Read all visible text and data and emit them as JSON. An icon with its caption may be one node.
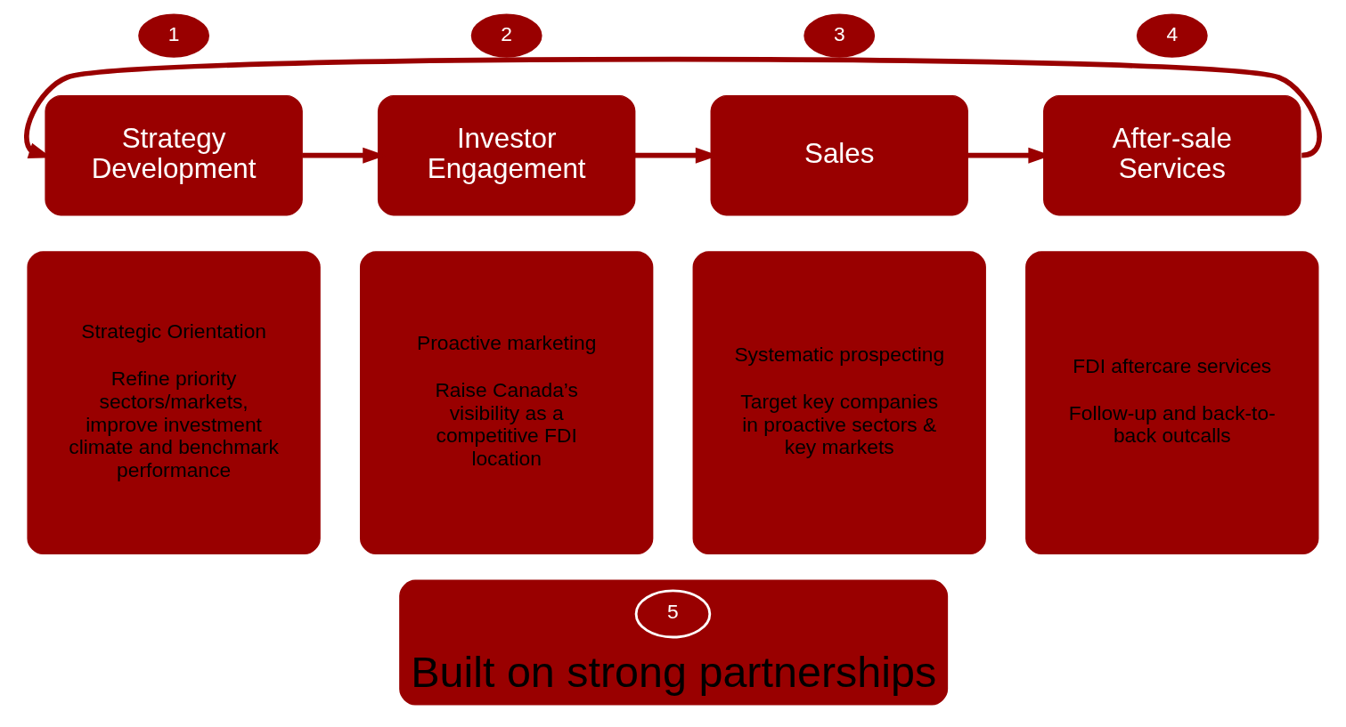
{
  "diagram": {
    "nodes": [
      {
        "text": [
          "1"
        ]
      },
      {
        "text": [
          "Strategy Development"
        ]
      },
      {
        "text": [
          "2"
        ]
      },
      {
        "text": [
          "Investor Engagement"
        ]
      },
      {
        "text": [
          "3"
        ]
      },
      {
        "text": [
          "Sales"
        ]
      },
      {
        "text": [
          "4"
        ]
      },
      {
        "text": [
          "After-sale Services"
        ]
      },
      {
        "text": [
          "Strategic Orientation",
          "Refine priority sectors/markets, improve investment climate and benchmark performance"
        ]
      },
      {
        "text": [
          "Proactive marketing",
          "Raise Canada’s visibility as a competitive FDI location"
        ]
      },
      {
        "text": [
          "Systematic prospecting",
          "Target key companies in proactive sectors & key markets"
        ]
      },
      {
        "text": [
          "FDI aftercare services",
          "Follow-up and back-to-back outcalls"
        ]
      },
      {
        "text": [
          "Built on strong partnerships"
        ]
      },
      {
        "text": [
          "5"
        ],
        "in": 12
      }
    ],
    "edges": [
      {
        "from": 1,
        "to": 3,
        "arrow": "to"
      },
      {
        "from": 3,
        "to": 5,
        "arrow": "to"
      },
      {
        "from": 5,
        "to": 7,
        "arrow": "to"
      },
      {
        "from": 7,
        "to": 1,
        "arrow": "to"
      }
    ]
  }
}
